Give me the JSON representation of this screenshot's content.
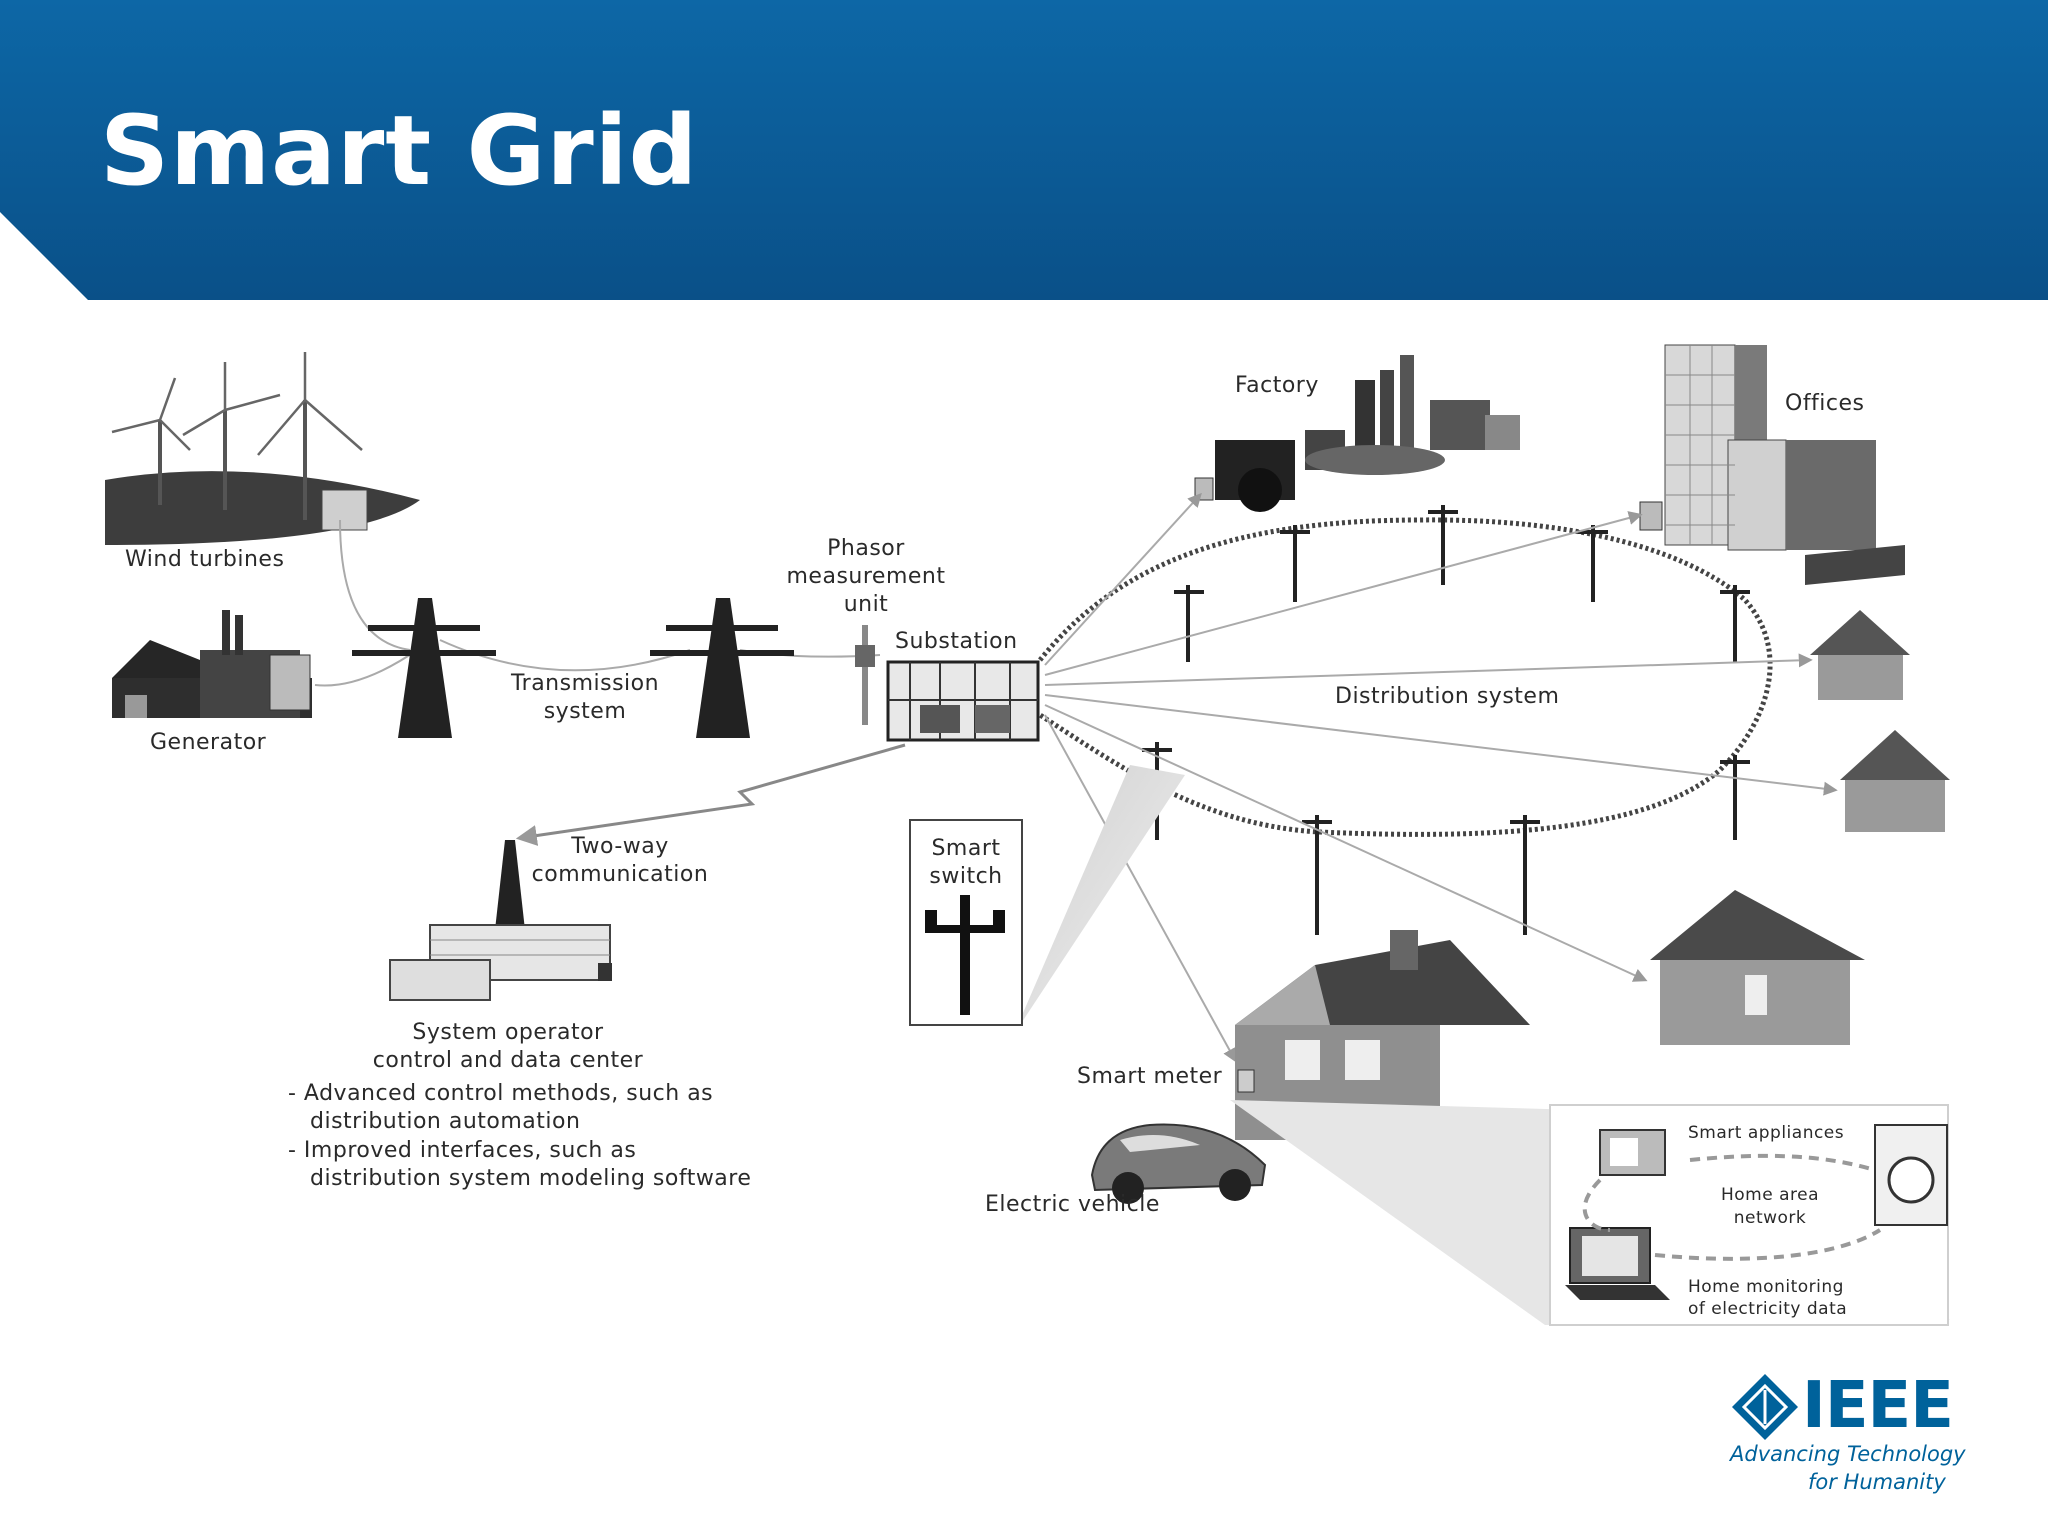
{
  "slide": {
    "title": "Smart Grid"
  },
  "colors": {
    "header_blue": "#0b5e98",
    "header_blue_dark": "#0a4f85",
    "ieee_blue": "#00629b",
    "diagram_gray": "#4a4a4a"
  },
  "diagram": {
    "labels": {
      "wind_turbines": "Wind turbines",
      "generator": "Generator",
      "transmission_1": "Transmission",
      "transmission_2": "system",
      "phasor_1": "Phasor",
      "phasor_2": "measurement",
      "phasor_3": "unit",
      "substation": "Substation",
      "factory": "Factory",
      "offices": "Offices",
      "distribution_system": "Distribution system",
      "two_way_1": "Two-way",
      "two_way_2": "communication",
      "smart_switch_1": "Smart",
      "smart_switch_2": "switch",
      "sys_op_1": "System operator",
      "sys_op_2": "control and data center",
      "bullet_1a": "- Advanced control methods, such as",
      "bullet_1b": "distribution automation",
      "bullet_2a": "- Improved interfaces, such as",
      "bullet_2b": "distribution system modeling software",
      "smart_meter": "Smart meter",
      "electric_vehicle": "Electric vehicle",
      "smart_appliances": "Smart appliances",
      "home_area_1": "Home area",
      "home_area_2": "network",
      "home_monitoring_1": "Home monitoring",
      "home_monitoring_2": "of electricity data"
    }
  },
  "logo": {
    "word": "IEEE",
    "tagline_1": "Advancing Technology",
    "tagline_2": "for Humanity",
    "icon": "ieee-diamond-icon"
  }
}
